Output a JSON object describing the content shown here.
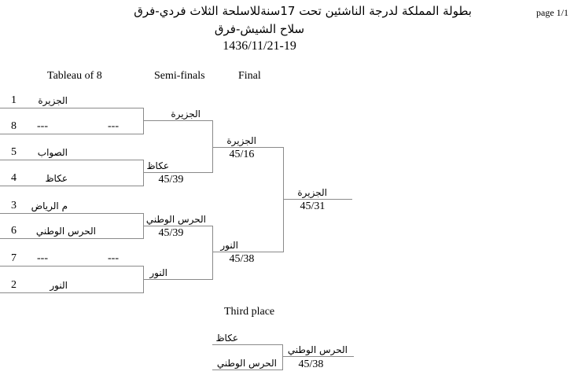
{
  "header": {
    "title": "بطولة المملكة لدرجة الناشئين تحت 17سنةللاسلحة الثلاث فردي-فرق",
    "subtitle": "سلاح الشيش-فرق",
    "dates": "1436/11/21-19",
    "page": "page 1/1"
  },
  "rounds": {
    "r8": "Tableau of 8",
    "semi": "Semi-finals",
    "final": "Final",
    "third": "Third place"
  },
  "tableau8": [
    {
      "seed": "1",
      "name": "الجزيرة",
      "extra": ""
    },
    {
      "seed": "8",
      "name": "---",
      "extra": "---"
    },
    {
      "seed": "5",
      "name": "الصواب",
      "extra": ""
    },
    {
      "seed": "4",
      "name": "عكاظ",
      "extra": ""
    },
    {
      "seed": "3",
      "name": "م الرياض",
      "extra": ""
    },
    {
      "seed": "6",
      "name": "الحرس الوطني",
      "extra": ""
    },
    {
      "seed": "7",
      "name": "---",
      "extra": "---"
    },
    {
      "seed": "2",
      "name": "النور",
      "extra": ""
    }
  ],
  "semis": [
    {
      "name": "الجزيرة",
      "score": ""
    },
    {
      "name": "عكاظ",
      "score": "45/39"
    },
    {
      "name": "الحرس الوطني",
      "score": "45/39"
    },
    {
      "name": "النور",
      "score": ""
    }
  ],
  "finals": [
    {
      "name": "الجزيرة",
      "score": "45/16"
    },
    {
      "name": "النور",
      "score": "45/38"
    }
  ],
  "winner": {
    "name": "الجزيرة",
    "score": "45/31"
  },
  "third_place": {
    "players": [
      "عكاظ",
      "الحرس الوطني"
    ],
    "winner": "الحرس الوطني",
    "score": "45/38"
  }
}
